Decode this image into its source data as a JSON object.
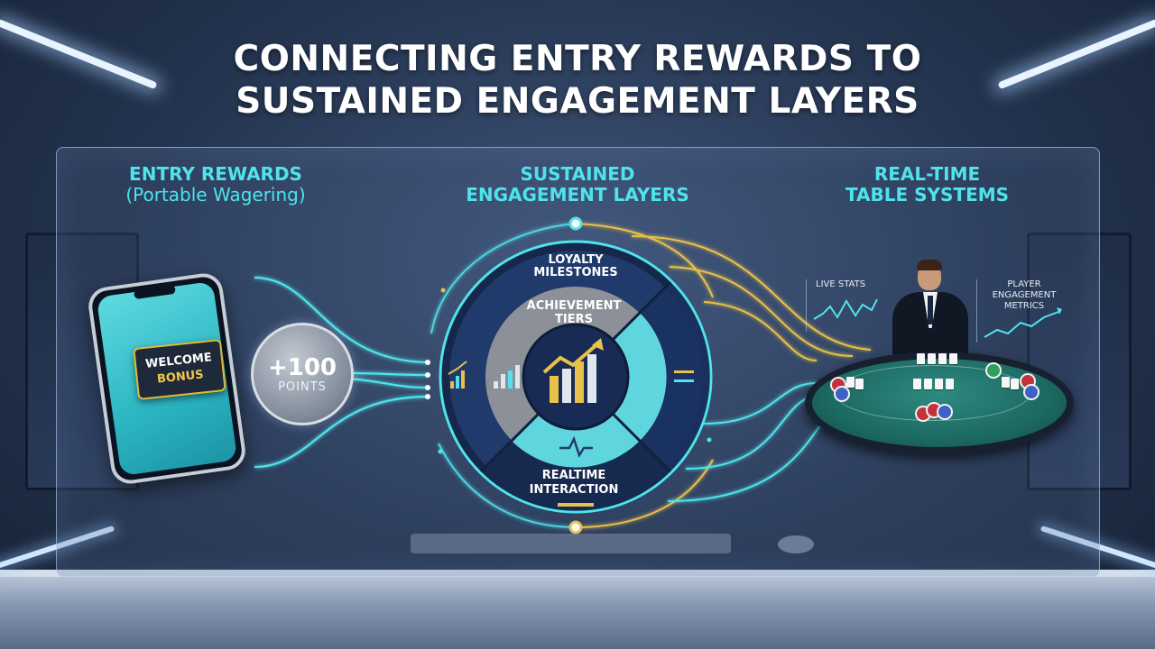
{
  "title": {
    "line1": "CONNECTING ENTRY REWARDS TO",
    "line2": "SUSTAINED ENGAGEMENT LAYERS"
  },
  "columns": {
    "entry": {
      "heading": "ENTRY REWARDS",
      "subheading": "(Portable Wagering)"
    },
    "sustained": {
      "heading_line1": "SUSTAINED",
      "heading_line2": "ENGAGEMENT LAYERS"
    },
    "realtime": {
      "heading_line1": "REAL-TIME",
      "heading_line2": "TABLE SYSTEMS"
    }
  },
  "phone_badge": {
    "line1": "WELCOME",
    "line2": "BONUS"
  },
  "points_coin": {
    "value": "+100",
    "label": "POINTS"
  },
  "engagement_layers": [
    {
      "line1": "LOYALTY",
      "line2": "MILESTONES"
    },
    {
      "line1": "ACHIEVEMENT",
      "line2": "TIERS"
    },
    {
      "line1": "REALTIME",
      "line2": "INTERACTION"
    }
  ],
  "table_panels": {
    "live_stats": "LIVE STATS",
    "player_metrics": {
      "line1": "PLAYER",
      "line2": "ENGAGEMENT",
      "line3": "METRICS"
    }
  },
  "colors": {
    "accent_cyan": "#4fe3ec",
    "accent_gold": "#e8c04a",
    "ring_navy": "#1f3a6b",
    "segment_gray": "#8c9099",
    "segment_cyan": "#5fd6de"
  },
  "icons": [
    "bar-chart-icon",
    "trend-up-icon",
    "pulse-icon",
    "progress-bar-icon"
  ]
}
